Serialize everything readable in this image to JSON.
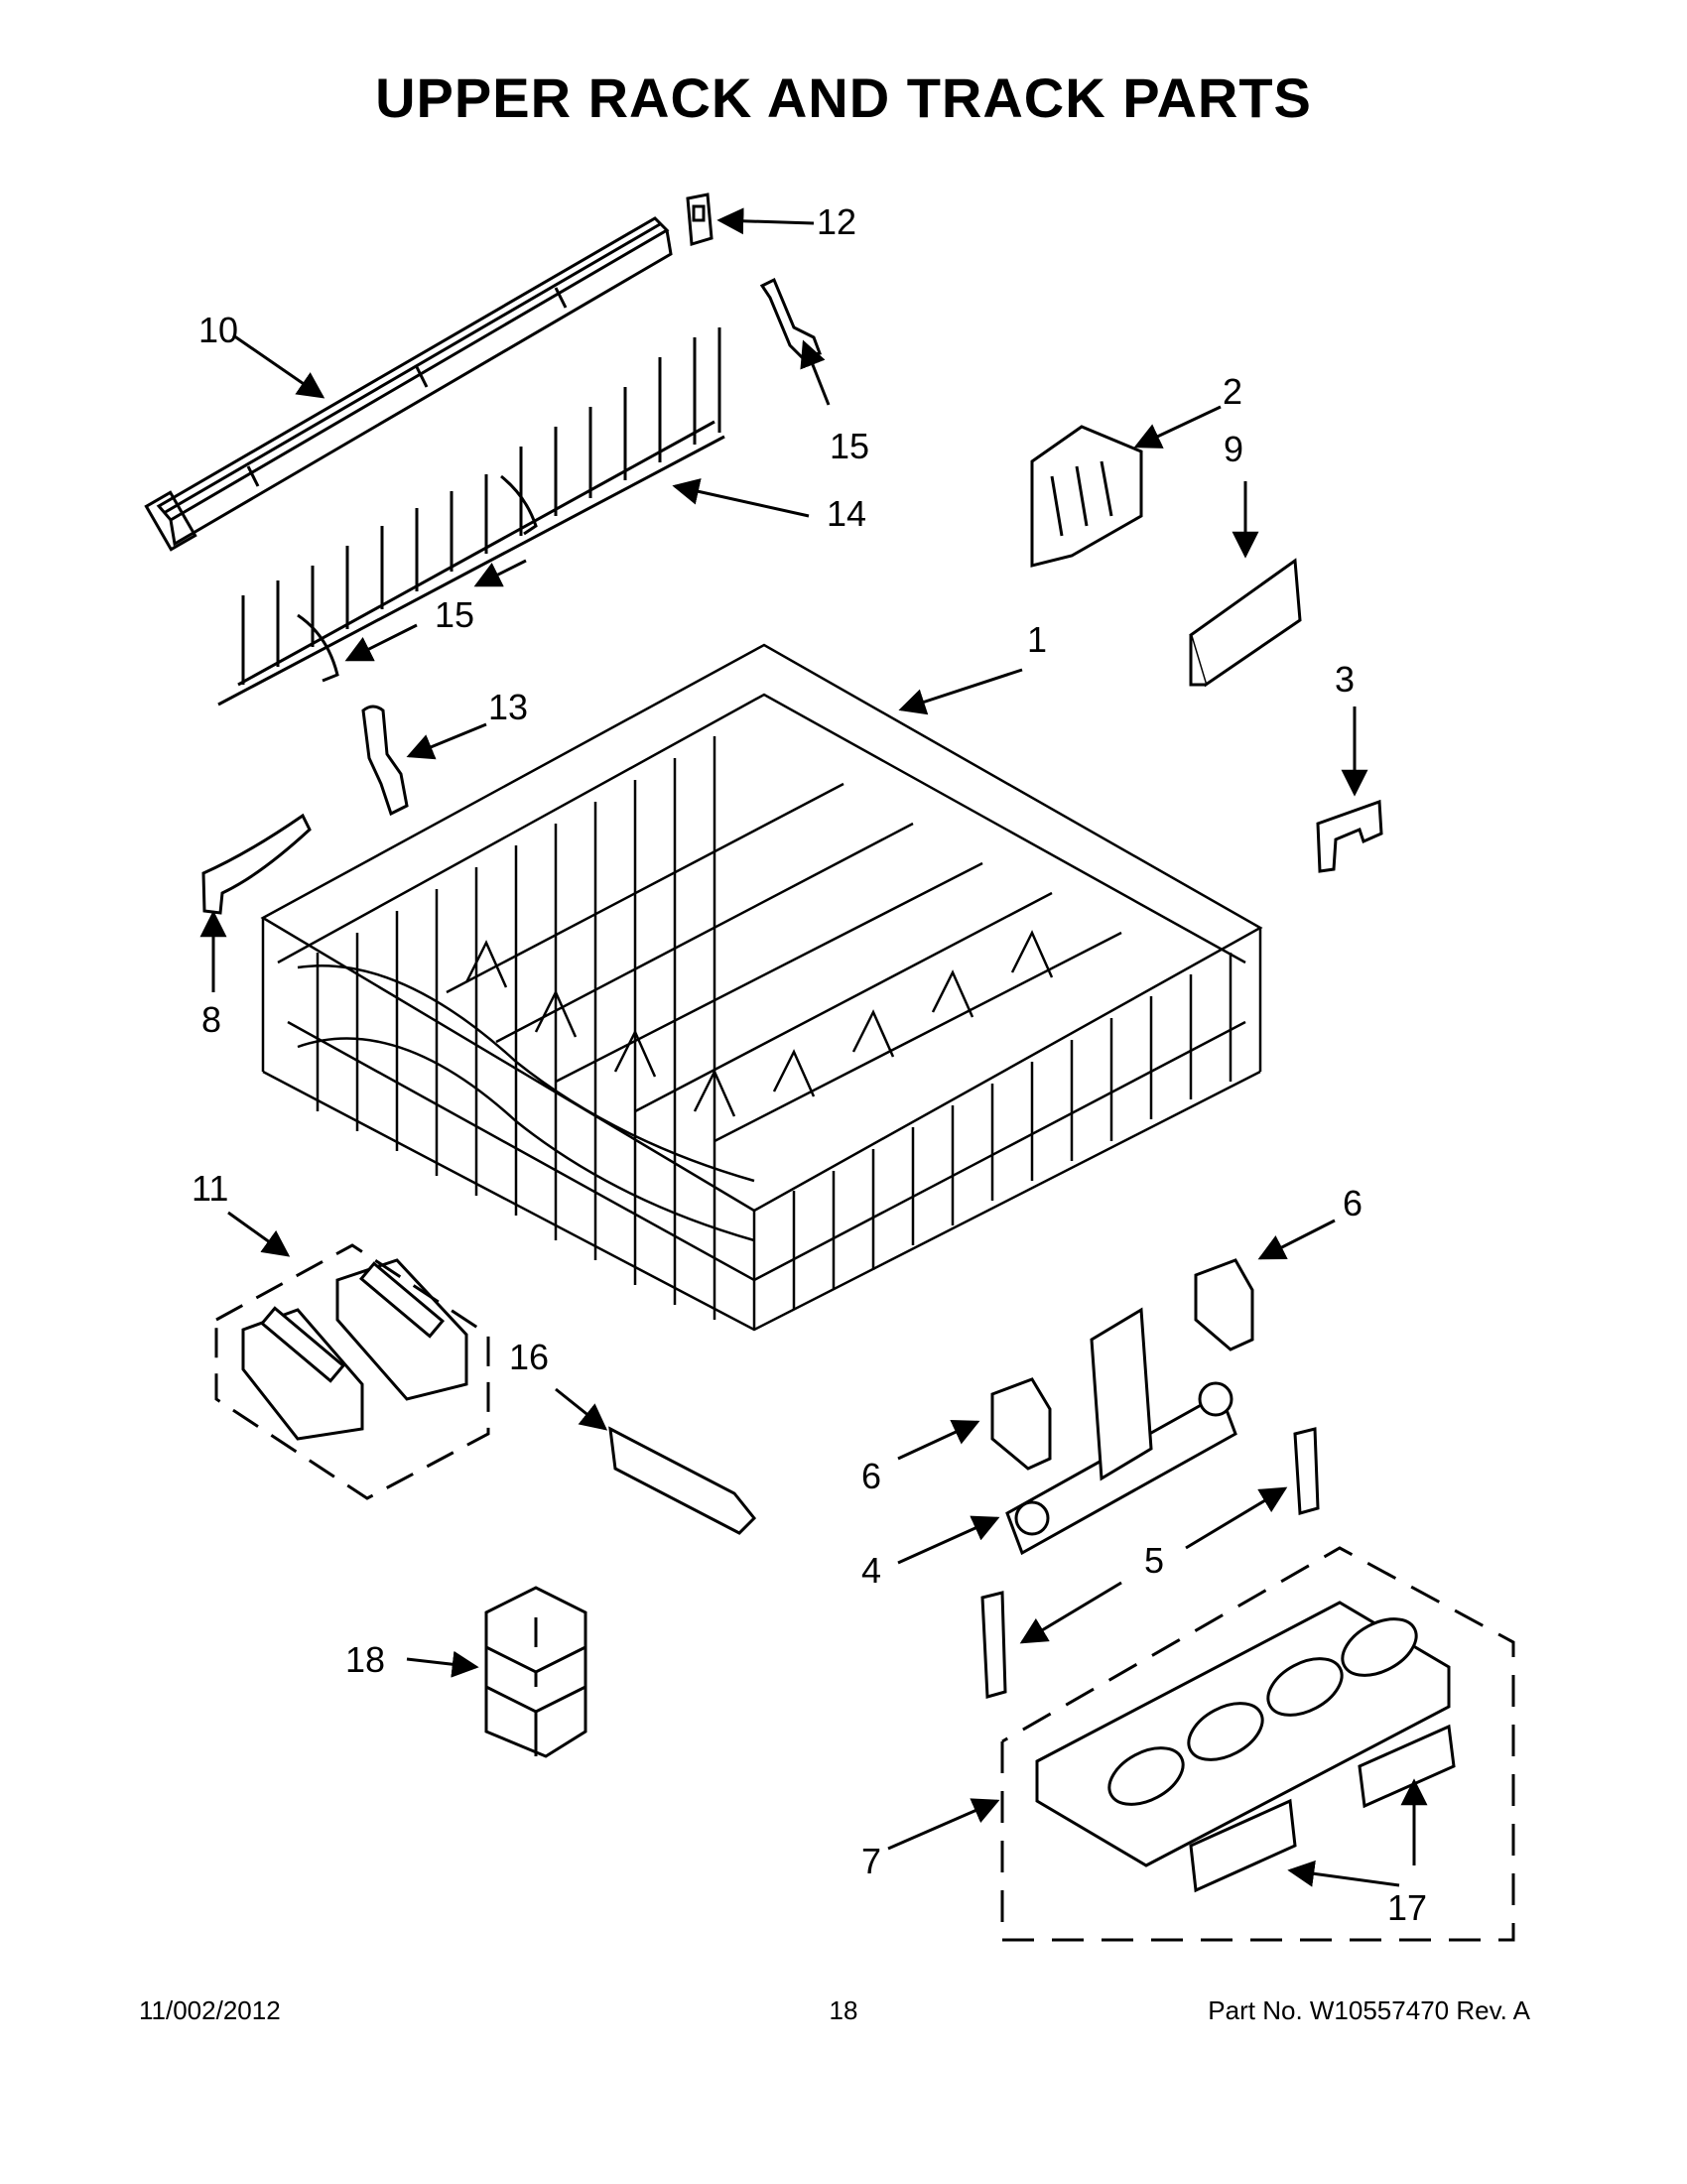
{
  "title": "UPPER RACK AND TRACK PARTS",
  "callouts": {
    "c1": "1",
    "c2": "2",
    "c3": "3",
    "c4": "4",
    "c5": "5",
    "c6a": "6",
    "c6b": "6",
    "c7": "7",
    "c8": "8",
    "c9": "9",
    "c10": "10",
    "c11": "11",
    "c12": "12",
    "c13": "13",
    "c14": "14",
    "c15a": "15",
    "c15b": "15",
    "c16": "16",
    "c17": "17",
    "c18": "18"
  },
  "footer": {
    "date": "11/002/2012",
    "page": "18",
    "part_no": "Part No.  W10557470  Rev.  A"
  }
}
